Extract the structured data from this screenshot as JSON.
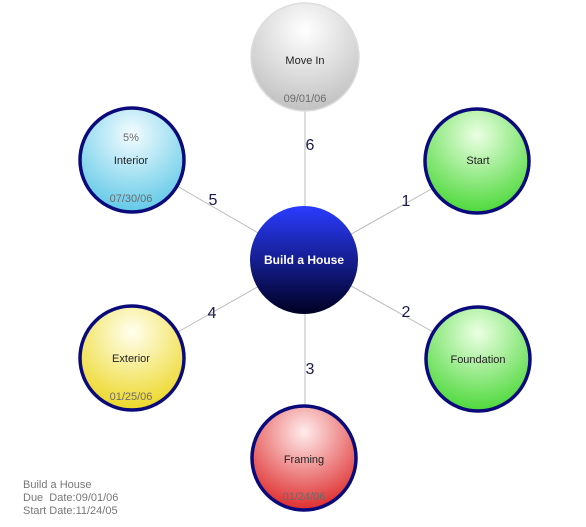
{
  "center": {
    "label": "Build a House"
  },
  "nodes": [
    {
      "id": "move-in",
      "label": "Move In",
      "date": "09/01/06",
      "percent": "",
      "style": "gray",
      "edge_label": "6"
    },
    {
      "id": "start",
      "label": "Start",
      "date": "",
      "percent": "",
      "style": "green",
      "edge_label": "1"
    },
    {
      "id": "foundation",
      "label": "Foundation",
      "date": "",
      "percent": "",
      "style": "green",
      "edge_label": "2"
    },
    {
      "id": "framing",
      "label": "Framing",
      "date": "01/24/06",
      "percent": "",
      "style": "red",
      "edge_label": "3"
    },
    {
      "id": "exterior",
      "label": "Exterior",
      "date": "01/25/06",
      "percent": "",
      "style": "yellow",
      "edge_label": "4"
    },
    {
      "id": "interior",
      "label": "Interior",
      "date": "07/30/06",
      "percent": "5%",
      "style": "blue",
      "edge_label": "5"
    }
  ],
  "info": {
    "title": "Build a House",
    "due": "Due  Date:09/01/06",
    "start": "Start Date:11/24/05"
  },
  "colors": {
    "ring": "#0a0a7a",
    "edge": "#bbbbbb",
    "gray_light": "#ffffff",
    "gray_dark": "#bdbdbd",
    "green_light": "#ebffe3",
    "green_dark": "#43d62f",
    "red_light": "#ffecec",
    "red_dark": "#dc2020",
    "yellow_light": "#ffffee",
    "yellow_dark": "#ecd51a",
    "blue_light": "#f3fcff",
    "blue_dark": "#58c6e6",
    "center_light": "#2a3cff",
    "center_dark": "#000022"
  }
}
